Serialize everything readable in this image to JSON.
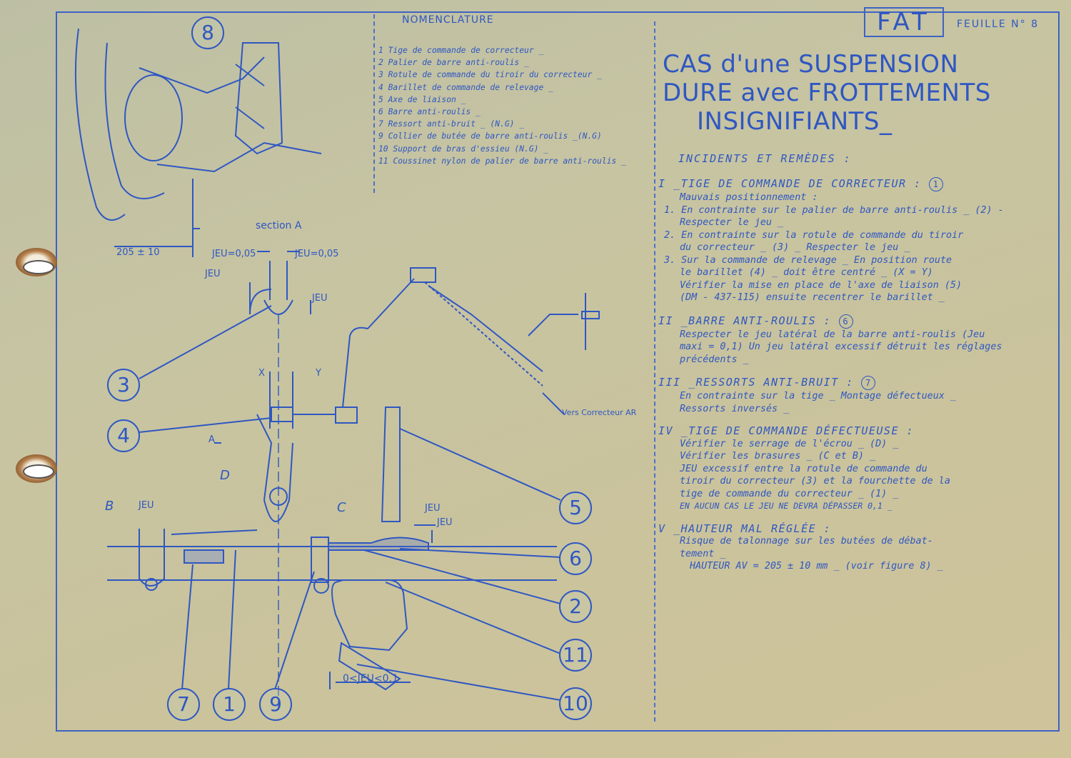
{
  "sheet": {
    "brand": "FAT",
    "sheet_label": "FEUILLE N° 8",
    "title_lines": [
      "CAS d'une SUSPENSION",
      "DURE avec FROTTEMENTS",
      "INSIGNIFIANTS_"
    ]
  },
  "nomenclature": {
    "heading": "NOMENCLATURE",
    "items": [
      "1  Tige de commande de correcteur _",
      "2  Palier de barre anti-roulis _",
      "3  Rotule de commande du tiroir du correcteur _",
      "4  Barillet de commande de relevage _",
      "5  Axe de liaison _",
      "6  Barre anti-roulis _",
      "7  Ressort anti-bruit _ (N.G) _",
      "9  Collier de butée de barre anti-roulis _(N.G)",
      "10 Support de bras d'essieu (N.G) _",
      "11 Coussinet nylon de palier de barre anti-roulis _"
    ]
  },
  "incidents_heading": "INCIDENTS ET REMÈDES :",
  "sections": [
    {
      "head": "I _TIGE DE COMMANDE DE CORRECTEUR :",
      "ref": "1",
      "lines": [
        "Mauvais positionnement :",
        "1. En contrainte sur le palier de barre anti-roulis _ (2) -",
        "Respecter le jeu _",
        "2. En contrainte sur la rotule de commande du tiroir",
        "du correcteur _ (3) _ Respecter le jeu _",
        "3. Sur la commande de relevage _ En position route",
        "le barillet (4) _ doit être centré _ (X = Y)",
        "Vérifier la mise en place de l'axe de liaison (5)",
        "(DM - 437-115) ensuite recentrer le barillet _"
      ]
    },
    {
      "head": "II _BARRE ANTI-ROULIS :",
      "ref": "6",
      "lines": [
        "Respecter le jeu latéral de la barre anti-roulis (Jeu",
        "maxi = 0,1) Un jeu latéral excessif détruit les réglages",
        "précédents _"
      ]
    },
    {
      "head": "III _RESSORTS ANTI-BRUIT :",
      "ref": "7",
      "lines": [
        "En contrainte sur la tige _ Montage défectueux _",
        "Ressorts inversés _"
      ]
    },
    {
      "head": "IV _TIGE DE COMMANDE DÉFECTUEUSE :",
      "ref": "",
      "lines": [
        "Vérifier le serrage de l'écrou _ (D) _",
        "Vérifier les brasures _ (C et B) _",
        "JEU excessif entre la rotule de commande du",
        "tiroir du correcteur (3) et la fourchette de la",
        "tige de commande du correcteur _ (1) _",
        "EN AUCUN CAS LE JEU NE DEVRA DÉPASSER 0,1 _"
      ]
    },
    {
      "head": "V _HAUTEUR MAL RÉGLÉE :",
      "ref": "",
      "lines": [
        "Risque de talonnage sur les butées de débat-",
        "tement _",
        "HAUTEUR AV = 205 ± 10 mm _ (voir figure 8) _"
      ]
    }
  ],
  "labels": {
    "fig8": "8",
    "section_a": "section A",
    "dim_205": "205 ± 10",
    "jeu_005_left": "JEU=0,05",
    "jeu_005_right": "JEU=0,05",
    "jeu_a": "JEU",
    "jeu_b": "JEU",
    "x": "X",
    "y": "Y",
    "a": "A",
    "d": "D",
    "b": "B",
    "c": "C",
    "jeu_b_side": "JEU",
    "jeu_c1": "JEU",
    "jeu_c2": "JEU",
    "vers_correcteur": "Vers Correcteur AR",
    "jeu_bottom": "0<JEU<0,1"
  },
  "callouts": [
    "3",
    "4",
    "5",
    "6",
    "2",
    "11",
    "10",
    "7",
    "1",
    "9"
  ],
  "colors": {
    "ink": "#2f57c2",
    "paper": "#c8bf93"
  }
}
